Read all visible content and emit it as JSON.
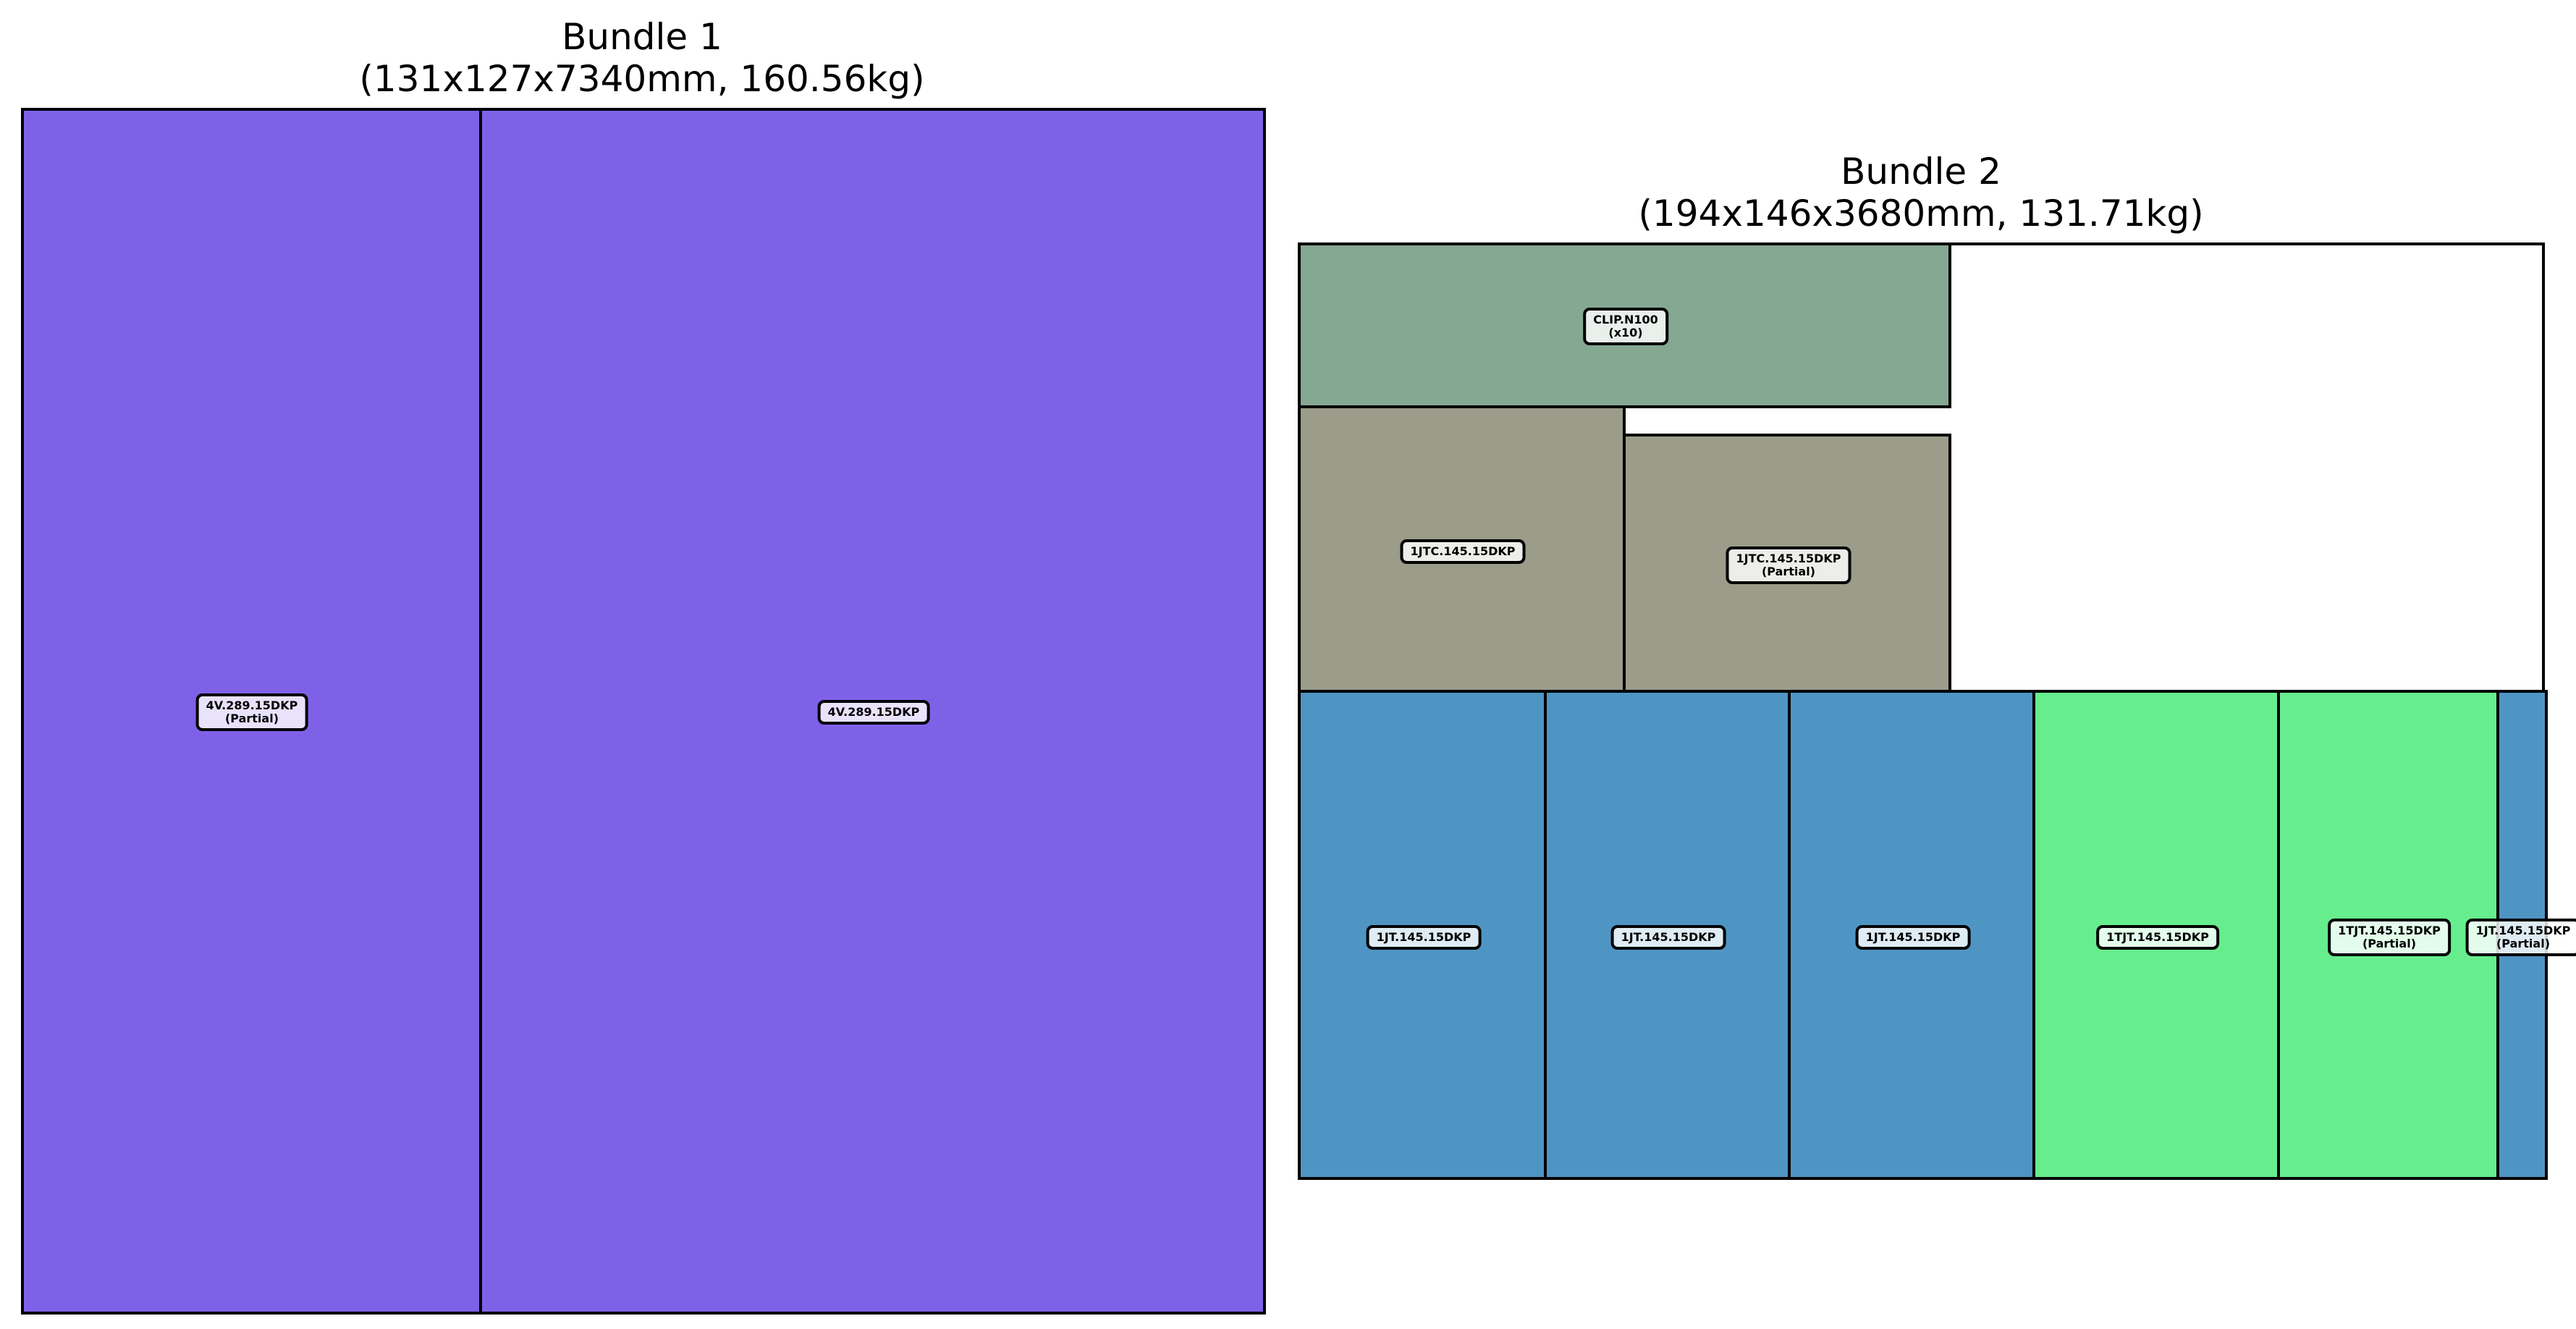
{
  "bundles": [
    {
      "title": "Bundle 1",
      "subtitle": "(131x127x7340mm, 160.56kg)",
      "items": [
        {
          "name": "4V.289.15DKP",
          "note": "(Partial)",
          "color": "#7f61e8"
        },
        {
          "name": "4V.289.15DKP",
          "note": "",
          "color": "#7f61e8"
        }
      ]
    },
    {
      "title": "Bundle 2",
      "subtitle": "(194x146x3680mm, 131.71kg)",
      "items": [
        {
          "name": "CLIP.N100",
          "note": "(x10)",
          "color": "#85a893"
        },
        {
          "name": "1JTC.145.15DKP",
          "note": "",
          "color": "#9c9c8a"
        },
        {
          "name": "1JTC.145.15DKP",
          "note": "(Partial)",
          "color": "#9c9c8a"
        },
        {
          "name": "1JT.145.15DKP",
          "note": "",
          "color": "#4f95c4"
        },
        {
          "name": "1JT.145.15DKP",
          "note": "",
          "color": "#4f95c4"
        },
        {
          "name": "1JT.145.15DKP",
          "note": "",
          "color": "#4f95c4"
        },
        {
          "name": "1TJT.145.15DKP",
          "note": "",
          "color": "#66ee8e"
        },
        {
          "name": "1TJT.145.15DKP",
          "note": "(Partial)",
          "color": "#66ee8e"
        },
        {
          "name": "1JT.145.15DKP",
          "note": "(Partial)",
          "color": "#4f95c4"
        }
      ]
    }
  ]
}
